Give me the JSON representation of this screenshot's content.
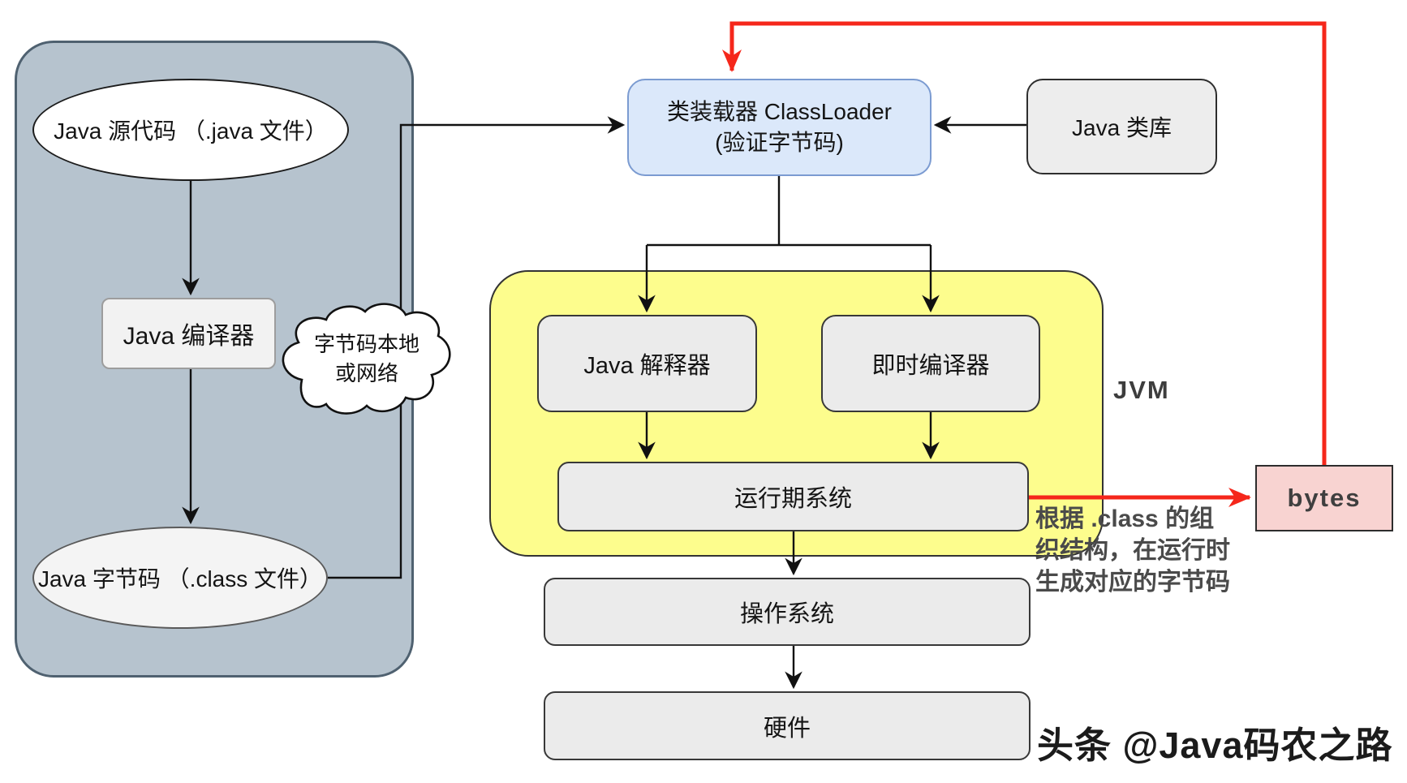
{
  "left_panel": {
    "source": "Java 源代码 （.java 文件）",
    "compiler": "Java 编译器",
    "bytecode": "Java 字节码 （.class 文件）",
    "cloud_line1": "字节码本地",
    "cloud_line2": "或网络"
  },
  "classloader": {
    "line1": "类装载器 ClassLoader",
    "line2": "(验证字节码)"
  },
  "library": {
    "label": "Java 类库"
  },
  "jvm": {
    "label": "JVM",
    "interpreter": "Java 解释器",
    "jit": "即时编译器",
    "runtime": "运行期系统"
  },
  "os": {
    "label": "操作系统"
  },
  "hardware": {
    "label": "硬件"
  },
  "bytes": {
    "label": "bytes"
  },
  "annotation": {
    "line1": "根据 .class 的组",
    "line2": "织结构，在运行时",
    "line3": "生成对应的字节码"
  },
  "watermark": {
    "text": "头条 @Java码农之路"
  },
  "colors": {
    "panel-fill": "#b6c3ce",
    "panel-border": "#4f6170",
    "yellow-fill": "#fdfd8d",
    "classloader-fill": "#dbe8fa",
    "classloader-border": "#7b9bd1",
    "box-fill": "#ebebeb",
    "bytes-fill": "#f8d3d1",
    "red": "#f5271b",
    "annotation-text": "#4a4a4a"
  }
}
